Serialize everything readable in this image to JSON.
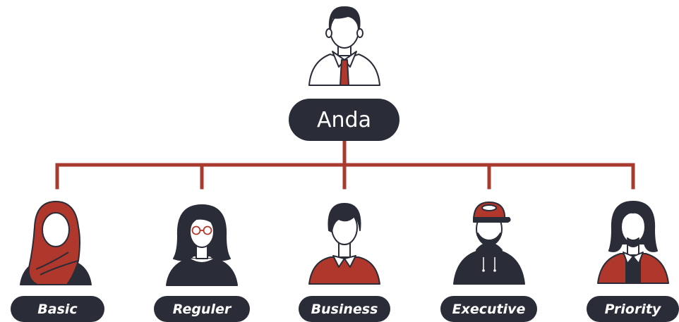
{
  "root": {
    "label": "Anda",
    "avatar_icon": "man-with-tie-icon"
  },
  "members": [
    {
      "label": "Basic",
      "avatar_icon": "woman-hijab-icon"
    },
    {
      "label": "Reguler",
      "avatar_icon": "woman-glasses-icon"
    },
    {
      "label": "Business",
      "avatar_icon": "man-collar-shirt-icon"
    },
    {
      "label": "Executive",
      "avatar_icon": "man-cap-hoodie-icon"
    },
    {
      "label": "Priority",
      "avatar_icon": "man-long-hair-vest-icon"
    }
  ],
  "colors": {
    "dark": "#2a2c38",
    "accent": "#b0372c",
    "connector": "#a83a30",
    "outline": "#2a2c38",
    "face": "#ffffff"
  }
}
